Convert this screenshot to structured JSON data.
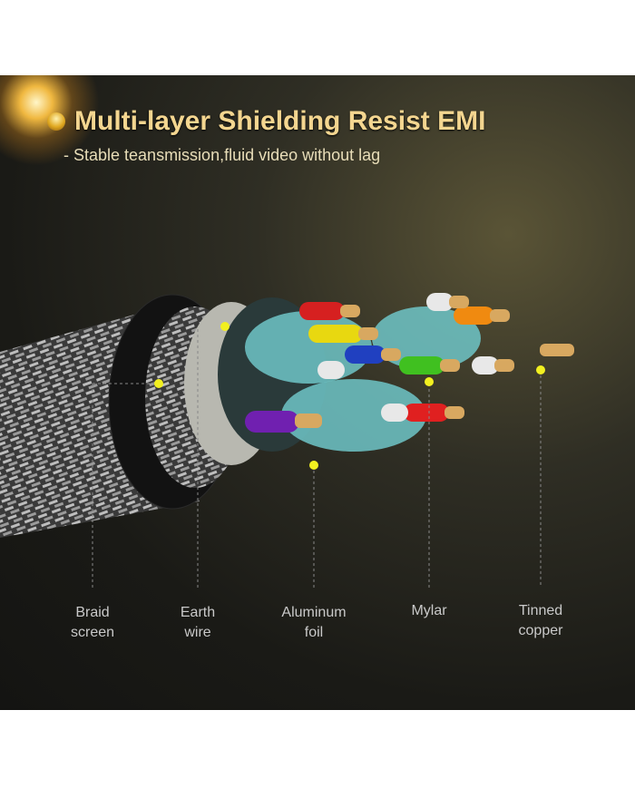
{
  "header": {
    "title": "Multi-layer Shielding Resist EMI",
    "subtitle": "- Stable teansmission,fluid video without lag"
  },
  "labels": [
    {
      "line1": "Braid",
      "line2": "screen"
    },
    {
      "line1": "Earth",
      "line2": "wire"
    },
    {
      "line1": "Aluminum",
      "line2": "foil"
    },
    {
      "line1": "Mylar",
      "line2": ""
    },
    {
      "line1": "Tinned",
      "line2": "copper"
    }
  ],
  "colors": {
    "title": "#f4d690",
    "marker": "#f2f020",
    "wires": [
      "#d62020",
      "#f08a10",
      "#e8d810",
      "#2040c0",
      "#40c020",
      "#7020b0",
      "#e02020",
      "#e8e8e8"
    ]
  }
}
